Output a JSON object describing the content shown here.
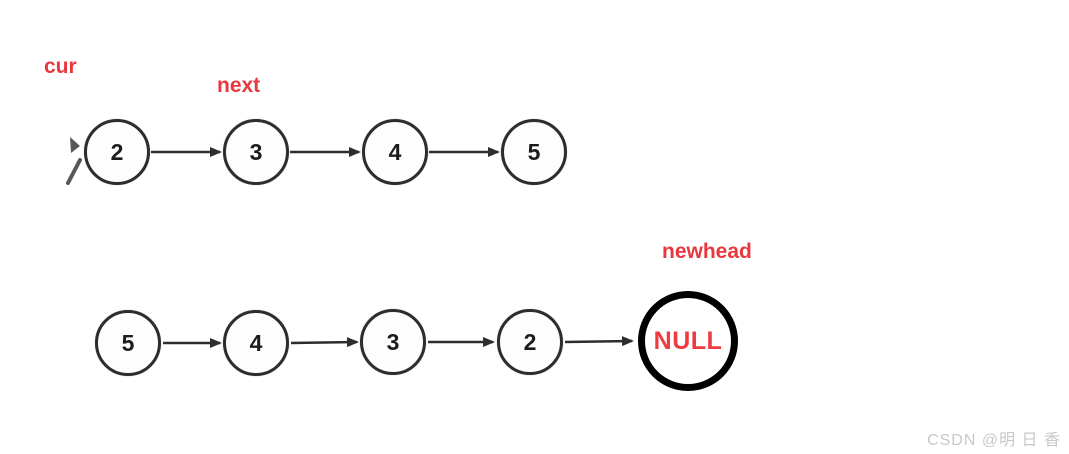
{
  "diagram": {
    "description": "Linked list reversal illustration",
    "pointer_labels": {
      "cur": "cur",
      "next": "next",
      "newhead": "newhead"
    },
    "top_list": {
      "nodes": [
        "2",
        "3",
        "4",
        "5"
      ],
      "direction": "left-to-right"
    },
    "bottom_list": {
      "nodes": [
        "5",
        "4",
        "3",
        "2"
      ],
      "direction": "left-to-right"
    },
    "null_node": "NULL",
    "colors": {
      "pointer_label_red": "#e8383f",
      "null_text_red": "#ee3b40",
      "node_stroke": "#2d2d2d",
      "null_stroke": "#000000",
      "arrow": "#2d2d2d",
      "watermark_gray": "#c8c8c8"
    },
    "watermark": "CSDN @明 日 香"
  }
}
